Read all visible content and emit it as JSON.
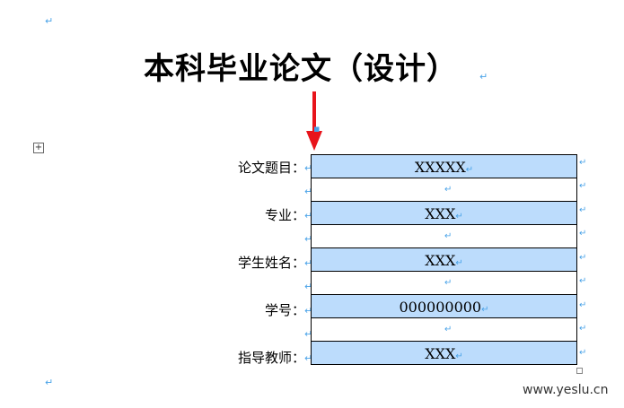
{
  "document": {
    "title": "本科毕业论文（设计）",
    "paragraph_mark": "↵"
  },
  "form": {
    "rows": [
      {
        "label": "论文题目：",
        "value": "XXXXX"
      },
      {
        "label": "",
        "value": ""
      },
      {
        "label": "专业：",
        "value": "XXX"
      },
      {
        "label": "",
        "value": ""
      },
      {
        "label": "学生姓名：",
        "value": "XXX"
      },
      {
        "label": "",
        "value": ""
      },
      {
        "label": "学号：",
        "value": "000000000"
      },
      {
        "label": "",
        "value": ""
      },
      {
        "label": "指导教师：",
        "value": "XXX"
      }
    ]
  },
  "icons": {
    "table_move_handle": "move-handle-icon",
    "arrow": "red-arrow-down-icon",
    "table_resize_handle": "resize-handle-icon"
  },
  "colors": {
    "highlight": "#bcdcfc",
    "arrow": "#e8141b",
    "paragraph_mark": "#4aa3e8"
  },
  "watermark": "www.yeslu.cn"
}
